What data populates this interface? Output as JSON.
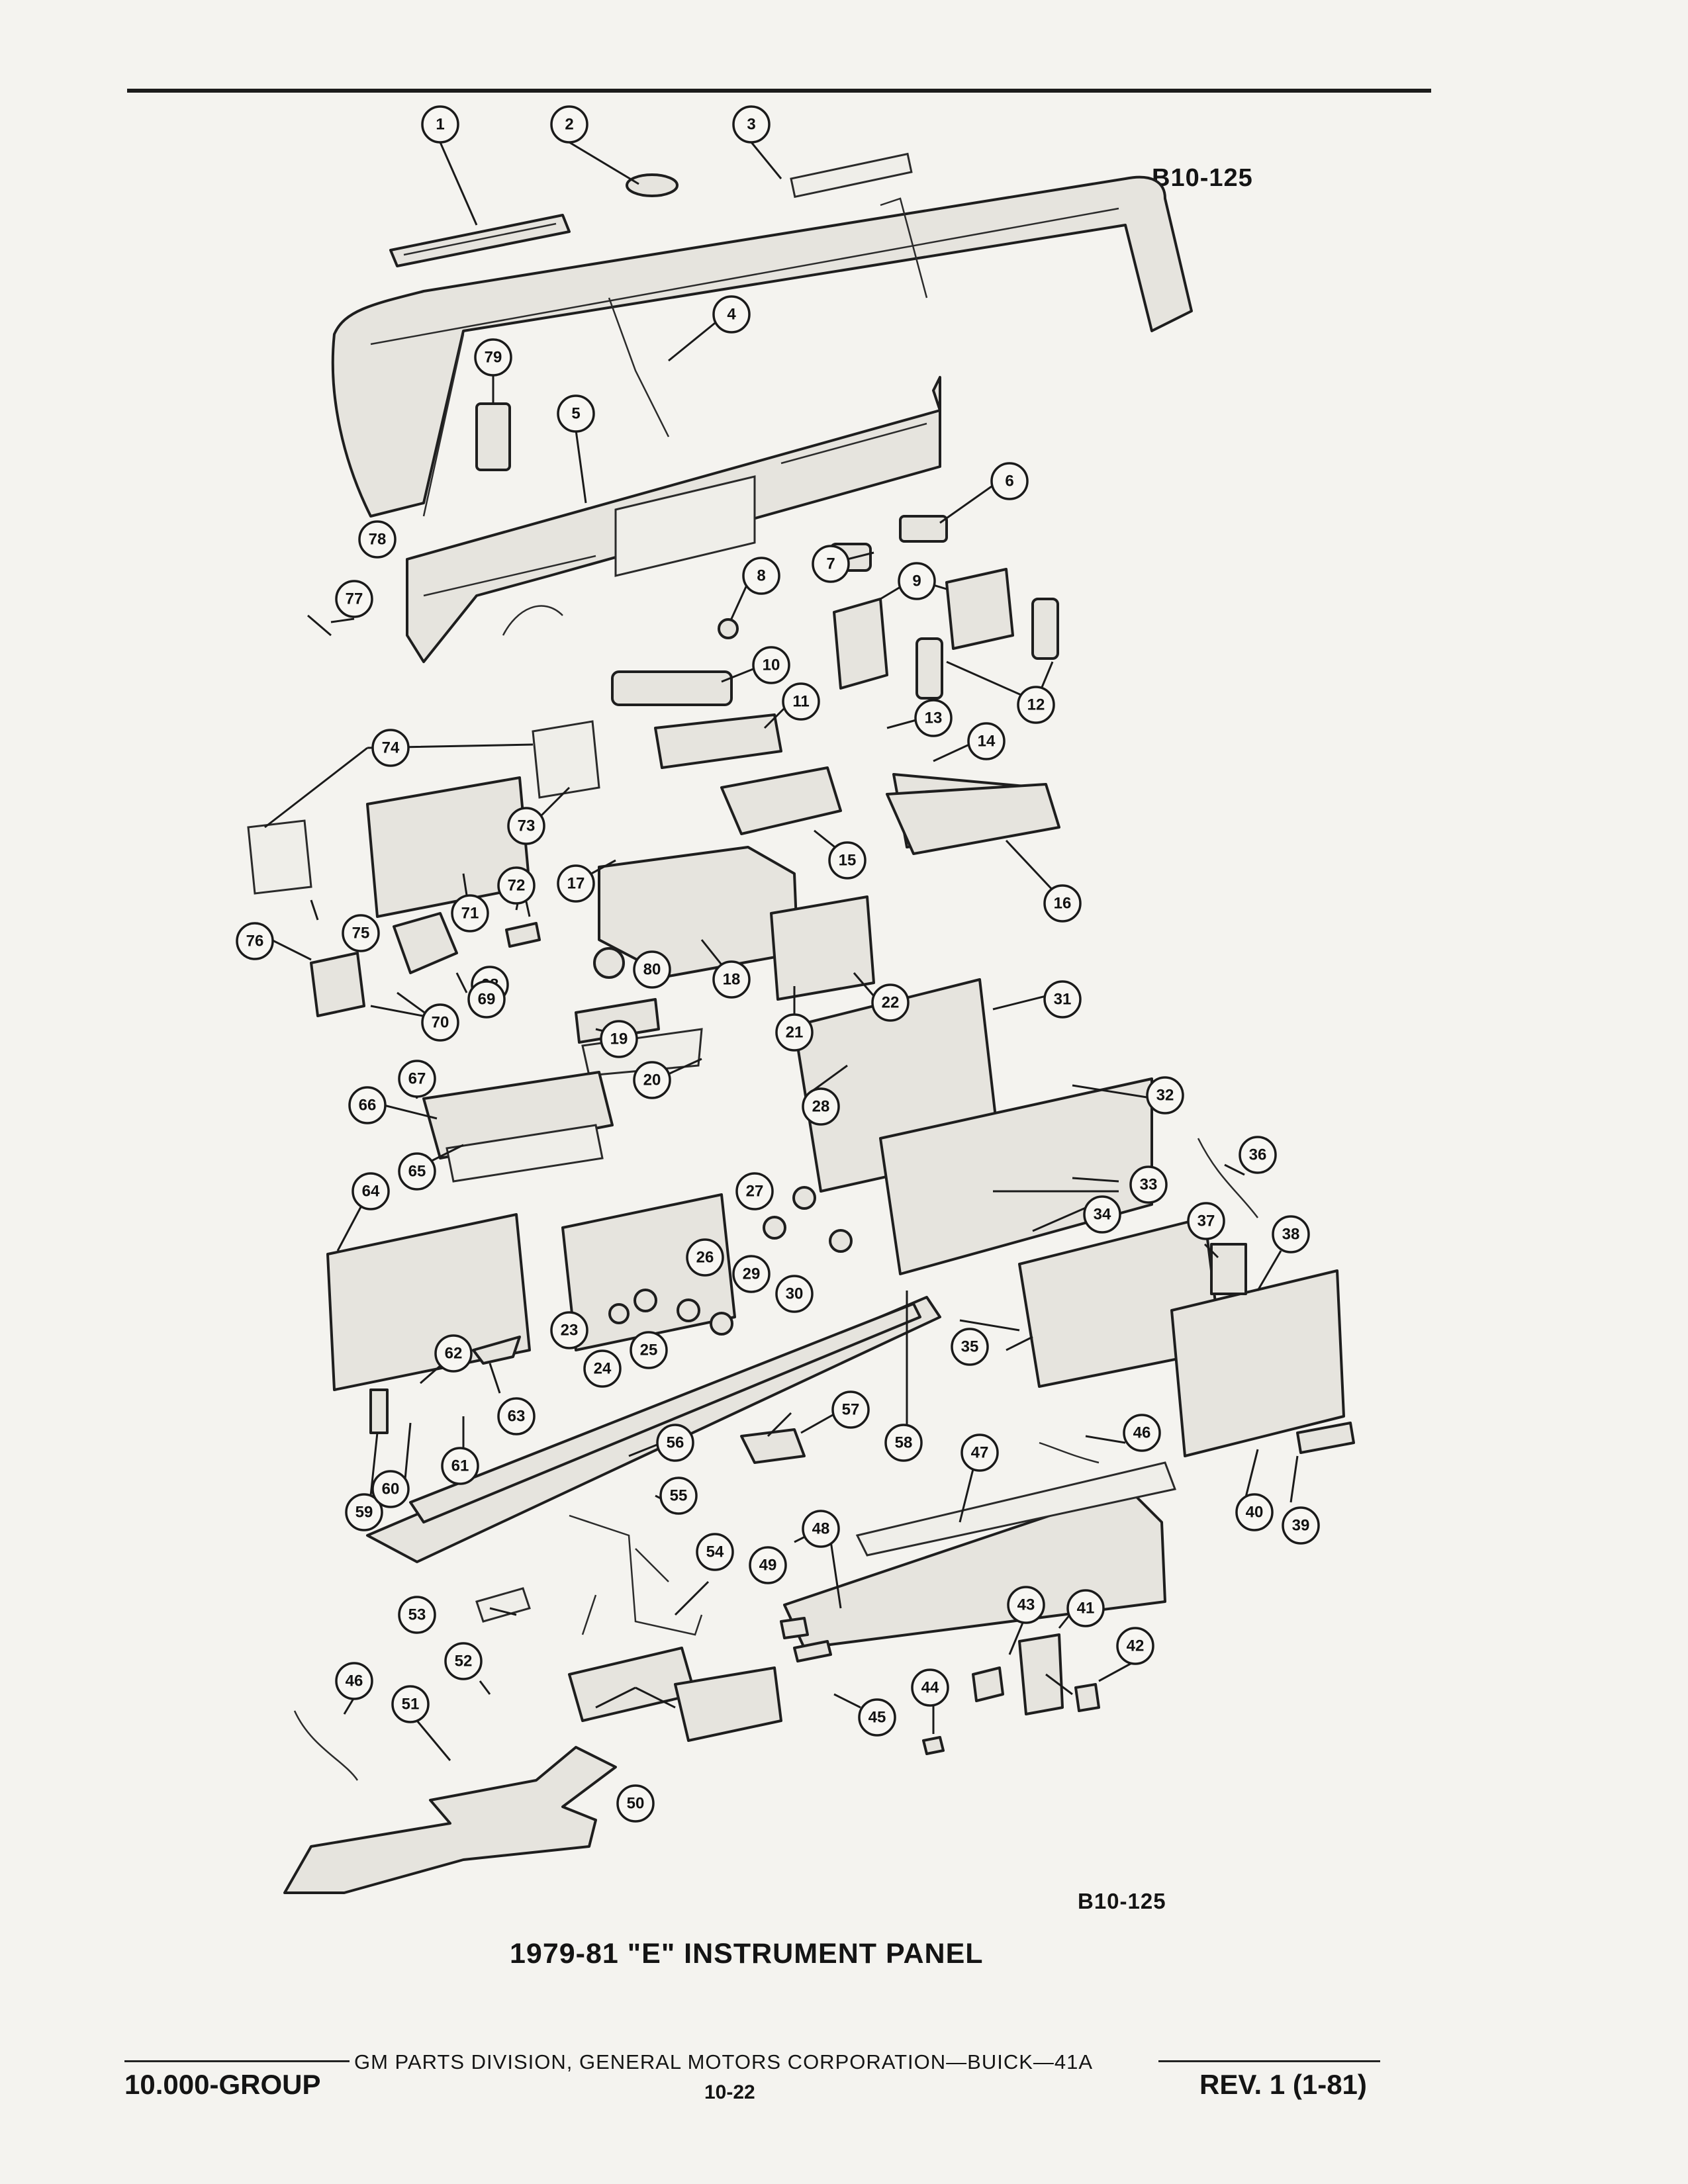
{
  "document": {
    "reference_code": "B10-125",
    "reference_code_bottom": "B10-125",
    "caption": "1979-81 \"E\" INSTRUMENT PANEL"
  },
  "footer": {
    "publisher": "GM PARTS DIVISION, GENERAL MOTORS CORPORATION—BUICK—41A",
    "group": "10.000-GROUP",
    "page_number": "10-22",
    "revision": "REV. 1 (1-81)"
  },
  "callouts": [
    "1",
    "2",
    "3",
    "4",
    "5",
    "6",
    "7",
    "8",
    "9",
    "10",
    "11",
    "12",
    "13",
    "14",
    "15",
    "16",
    "17",
    "18",
    "19",
    "20",
    "21",
    "22",
    "23",
    "24",
    "25",
    "26",
    "27",
    "28",
    "29",
    "30",
    "31",
    "32",
    "33",
    "34",
    "35",
    "36",
    "37",
    "38",
    "39",
    "40",
    "41",
    "42",
    "43",
    "44",
    "45",
    "46",
    "46",
    "47",
    "48",
    "49",
    "50",
    "51",
    "52",
    "53",
    "54",
    "55",
    "56",
    "57",
    "58",
    "59",
    "60",
    "61",
    "62",
    "63",
    "64",
    "65",
    "66",
    "67",
    "68",
    "69",
    "70",
    "71",
    "72",
    "73",
    "74",
    "75",
    "76",
    "77",
    "78",
    "79",
    "80"
  ]
}
